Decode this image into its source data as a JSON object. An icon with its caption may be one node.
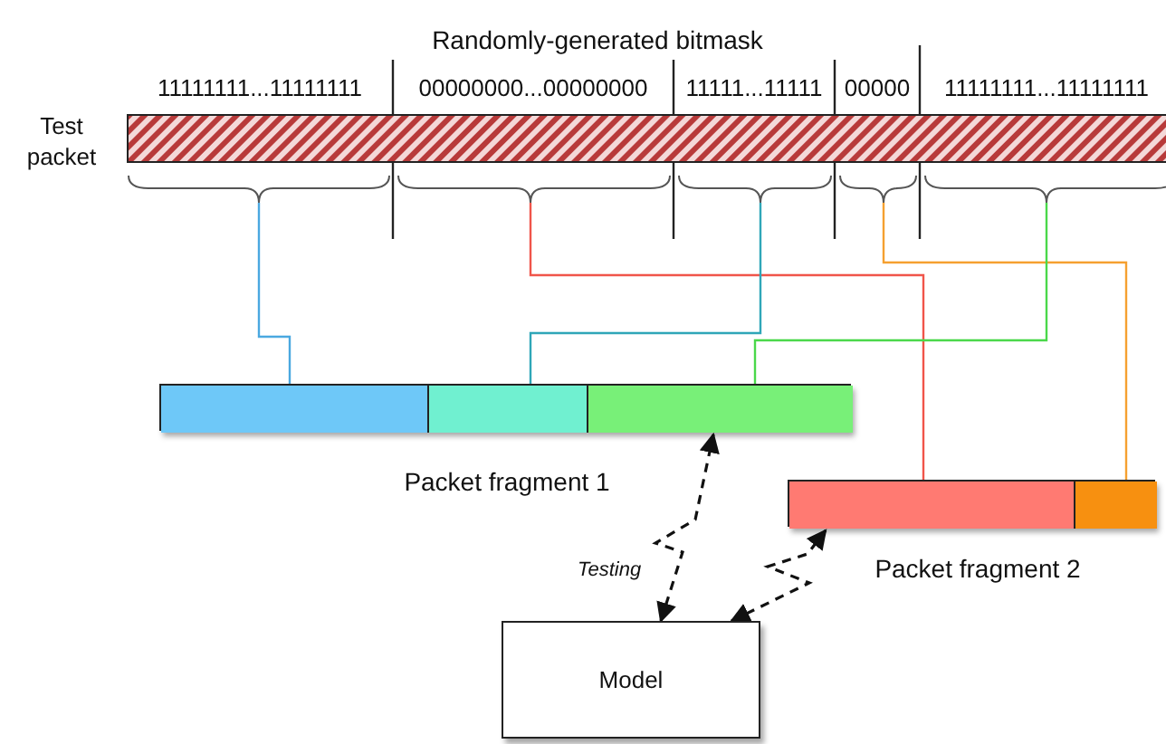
{
  "diagram": {
    "nodes": [
      {
        "text": [
          "Test packet"
        ]
      },
      {
        "text": [],
        "shape": "brace"
      },
      {
        "text": [],
        "shape": "brace"
      },
      {
        "text": [],
        "shape": "brace"
      },
      {
        "text": [],
        "shape": "brace"
      },
      {
        "text": [],
        "shape": "brace"
      },
      {
        "text": [],
        "shape": "bar",
        "beside": [
          "Packet fragment 1"
        ]
      },
      {
        "text": [],
        "shape": "box",
        "in": 6
      },
      {
        "text": [],
        "shape": "box",
        "in": 6
      },
      {
        "text": [],
        "shape": "box",
        "in": 6
      },
      {
        "text": [],
        "shape": "bar",
        "beside": [
          "Packet fragment 2"
        ]
      },
      {
        "text": [],
        "shape": "box",
        "in": 10
      },
      {
        "text": [],
        "shape": "box",
        "in": 10
      },
      {
        "text": [
          "Model"
        ]
      }
    ],
    "edges": [
      {
        "from": 1,
        "to": 7,
        "arrow": "none",
        "color": "#4aa8e0"
      },
      {
        "from": 2,
        "to": 11,
        "arrow": "none",
        "color": "#f0554a"
      },
      {
        "from": 3,
        "to": 8,
        "arrow": "none",
        "color": "#2fa6b8"
      },
      {
        "from": 4,
        "to": 12,
        "arrow": "none",
        "color": "#f5a030"
      },
      {
        "from": 5,
        "to": 9,
        "arrow": "none",
        "color": "#4ad84a"
      },
      {
        "from": 13,
        "to": 6,
        "arrow": "both",
        "style": "dashed",
        "label": "Testing"
      },
      {
        "from": 13,
        "to": 10,
        "arrow": "both",
        "style": "dashed"
      }
    ],
    "labels": [
      "Randomly-generated bitmask",
      "11111111...11111111",
      "00000000...00000000",
      "11111...11111",
      "00000",
      "11111111...11111111"
    ]
  }
}
